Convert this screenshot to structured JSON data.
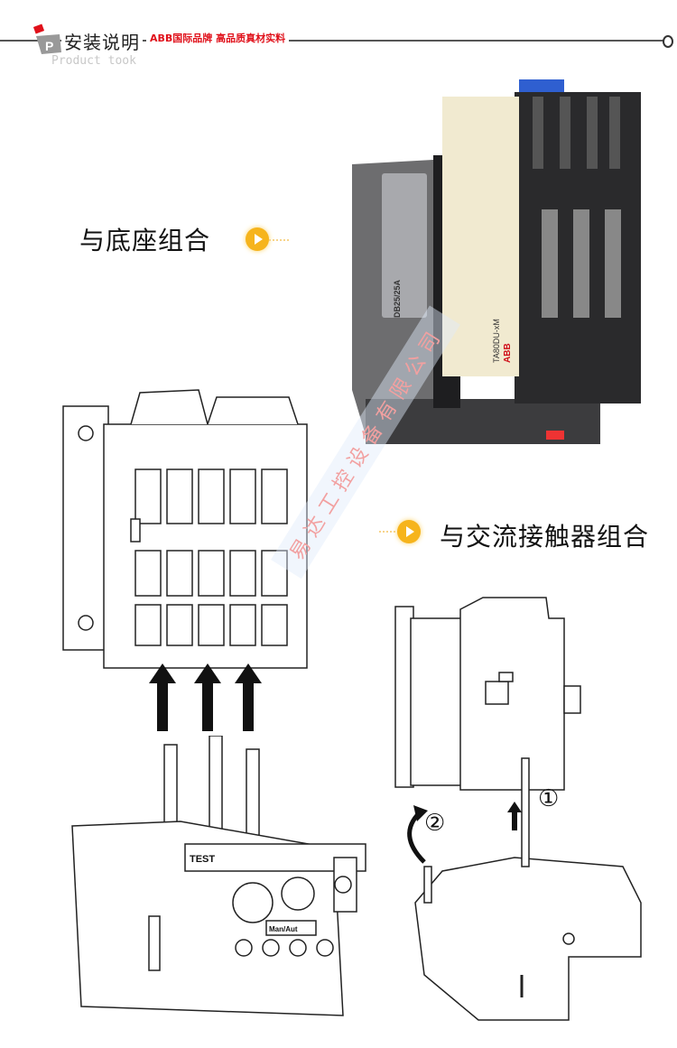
{
  "header": {
    "title": "安装说明",
    "slogan": "ABB国际品牌  高品质真材实料",
    "subtitle": "Product took"
  },
  "sections": [
    {
      "caption": "与底座组合"
    },
    {
      "caption": "与交流接触器组合"
    }
  ],
  "product_labels": {
    "base_label": "DB25/25A",
    "relay_model": "TA80DU-xM",
    "brand": "ABB",
    "test_label": "TEST",
    "mode_label": "Man/Aut"
  },
  "steps": [
    "①",
    "②"
  ],
  "watermark": "易达工控设备有限公司",
  "colors": {
    "accent_red": "#e0101a",
    "play_yellow": "#f6b41c",
    "reset_blue": "#2f5fd0"
  }
}
